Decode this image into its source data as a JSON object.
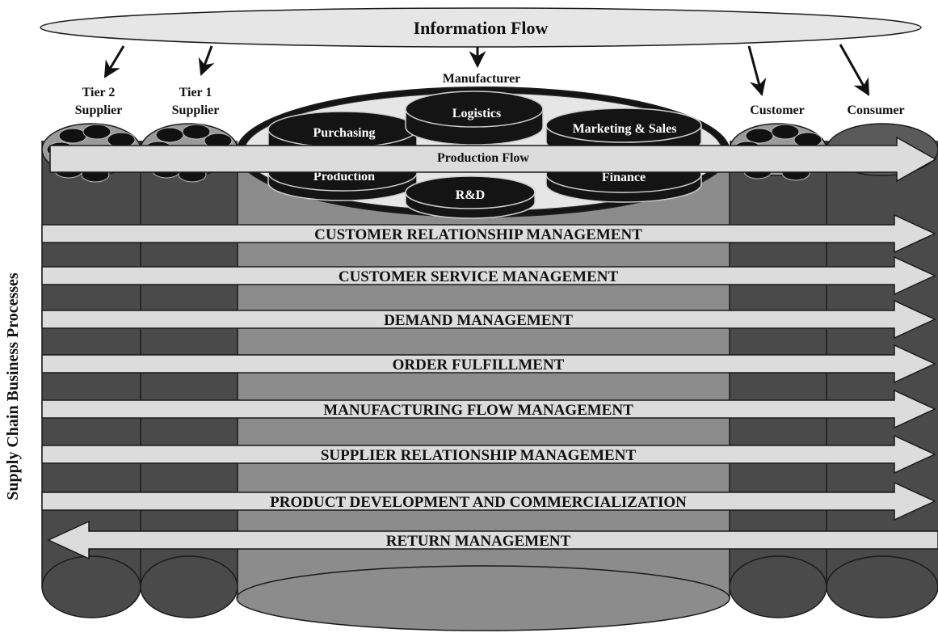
{
  "information_flow": {
    "label": "Information Flow"
  },
  "manufacturer": {
    "label": "Manufacturer"
  },
  "columns": {
    "tier2": {
      "line1": "Tier 2",
      "line2": "Supplier"
    },
    "tier1": {
      "line1": "Tier 1",
      "line2": "Supplier"
    },
    "customer": {
      "label": "Customer"
    },
    "consumer": {
      "label": "Consumer"
    }
  },
  "departments": {
    "purchasing": "Purchasing",
    "logistics": "Logistics",
    "marketing": "Marketing & Sales",
    "production": "Production",
    "rd": "R&D",
    "finance": "Finance"
  },
  "production_flow": {
    "label": "Production Flow"
  },
  "side_label": "Supply Chain Business Processes",
  "processes": [
    {
      "label": "CUSTOMER RELATIONSHIP MANAGEMENT",
      "direction": "right"
    },
    {
      "label": "CUSTOMER SERVICE MANAGEMENT",
      "direction": "right"
    },
    {
      "label": "DEMAND MANAGEMENT",
      "direction": "right"
    },
    {
      "label": "ORDER FULFILLMENT",
      "direction": "right"
    },
    {
      "label": "MANUFACTURING FLOW MANAGEMENT",
      "direction": "right"
    },
    {
      "label": "SUPPLIER RELATIONSHIP MANAGEMENT",
      "direction": "right"
    },
    {
      "label": "PRODUCT DEVELOPMENT AND COMMERCIALIZATION",
      "direction": "right"
    },
    {
      "label": "RETURN MANAGEMENT",
      "direction": "left"
    }
  ],
  "colors": {
    "dark_cylinder": "#4a4a4a",
    "mid_cylinder": "#8c8c8c",
    "arrow_fill": "#dcdcdc",
    "outline": "#1a1a1a",
    "dept_fill": "#141414"
  }
}
